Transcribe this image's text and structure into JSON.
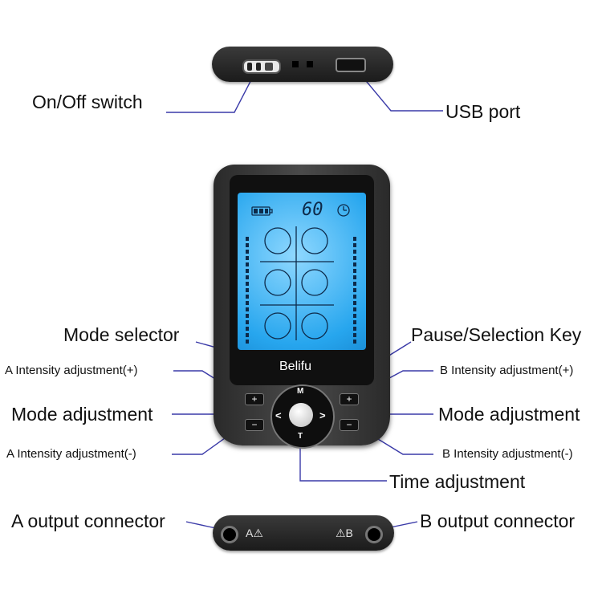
{
  "labels": {
    "on_off_switch": "On/Off switch",
    "usb_port": "USB port",
    "mode_selector": "Mode selector",
    "pause_selection_key": "Pause/Selection Key",
    "a_intensity_plus": "A Intensity adjustment(+)",
    "b_intensity_plus": "B Intensity adjustment(+)",
    "mode_adjustment_left": "Mode adjustment",
    "mode_adjustment_right": "Mode adjustment",
    "a_intensity_minus": "A Intensity adjustment(-)",
    "b_intensity_minus": "B Intensity adjustment(-)",
    "time_adjustment": "Time adjustment",
    "a_output_connector": "A output connector",
    "b_output_connector": "B output connector"
  },
  "device": {
    "brand": "Belifu",
    "timer_display": "60",
    "dial_top": "M",
    "dial_bottom": "T",
    "dial_left": "<",
    "dial_right": ">",
    "plus_symbol": "+",
    "minus_symbol": "−",
    "channel_a_text": "A⚠",
    "channel_b_text": "⚠B"
  },
  "colors": {
    "screen_blue": "#27a6ee",
    "line_blue": "#3a3aa8"
  }
}
